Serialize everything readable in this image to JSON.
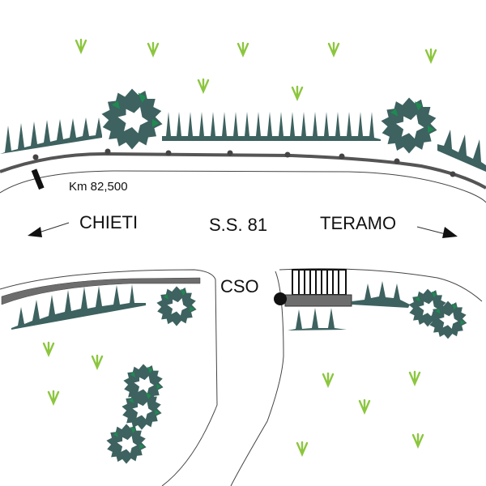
{
  "labels": {
    "km_marker": "Km 82,500",
    "road_name": "S.S. 81",
    "direction_left": "CHIETI",
    "direction_right": "TERAMO",
    "cso": "CSO"
  },
  "colors": {
    "vegetation_dark": "#3d6260",
    "vegetation_accent": "#1f8a50",
    "grass": "#8cc63f",
    "barrier": "#555555",
    "road_edge": "#333333",
    "marker": "#1a1a1a"
  },
  "legend_items": {
    "trees": "tree-shrub",
    "grass": "grass-tuft",
    "hedge": "hedge-spikes",
    "guardrail": "guardrail",
    "gate": "gate"
  }
}
